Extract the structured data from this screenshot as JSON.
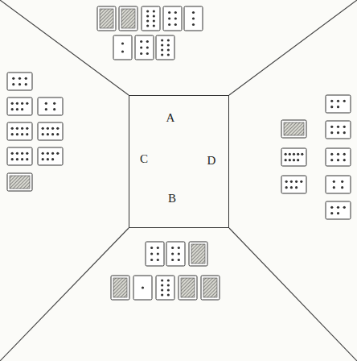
{
  "diagram": {
    "nodes": [
      {
        "text": [
          "A",
          "C",
          "D",
          "B"
        ]
      }
    ]
  }
}
